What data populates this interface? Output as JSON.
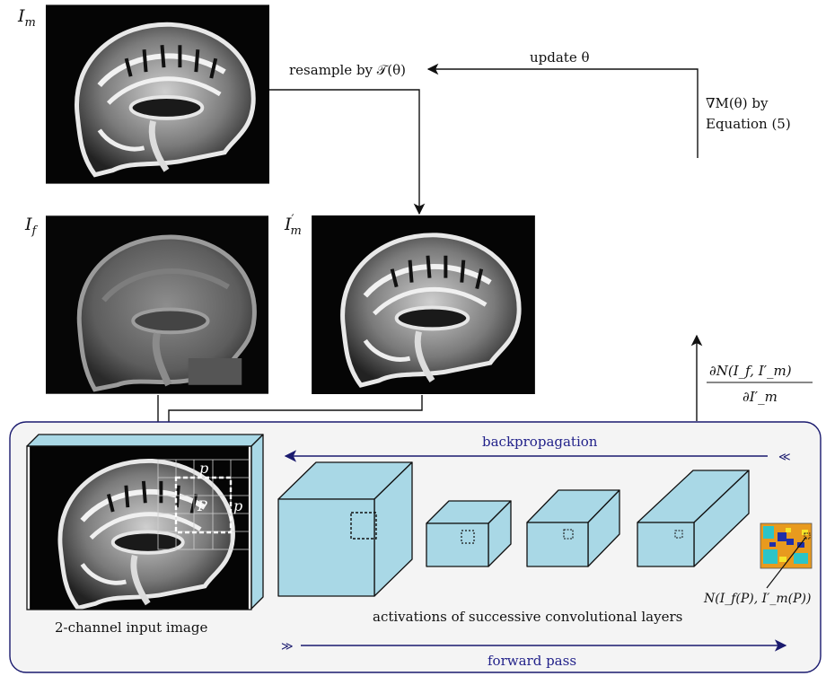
{
  "labels": {
    "moving_image": "I",
    "moving_sub": "m",
    "fixed_image": "I",
    "fixed_sub": "f",
    "resampled_image": "I",
    "resampled_sub": "m",
    "resampled_prime": "′",
    "resample": "resample by 𝒯(θ)",
    "update": "update θ",
    "gradient_line1": "∇M(θ) by",
    "gradient_line2": "Equation (5)",
    "derivative_numerator": "∂N(I_f, I′_m)",
    "derivative_denominator": "∂I′_m",
    "backpropagation": "backpropagation",
    "forward_pass": "forward pass",
    "patch_small_p_top": "p",
    "patch_large_P": "P",
    "patch_small_p_right": "p",
    "input_caption": "2-channel input image",
    "layers_caption": "activations of successive convolutional layers",
    "output_label": "N(I_f(P), I′_m(P))"
  },
  "colors": {
    "panel_fill": "#f4f4f4",
    "panel_stroke": "#1a1a6e",
    "cube_fill": "#a9d8e6",
    "arrow_blue": "#1a1a6e",
    "label_blue": "#22228a"
  }
}
